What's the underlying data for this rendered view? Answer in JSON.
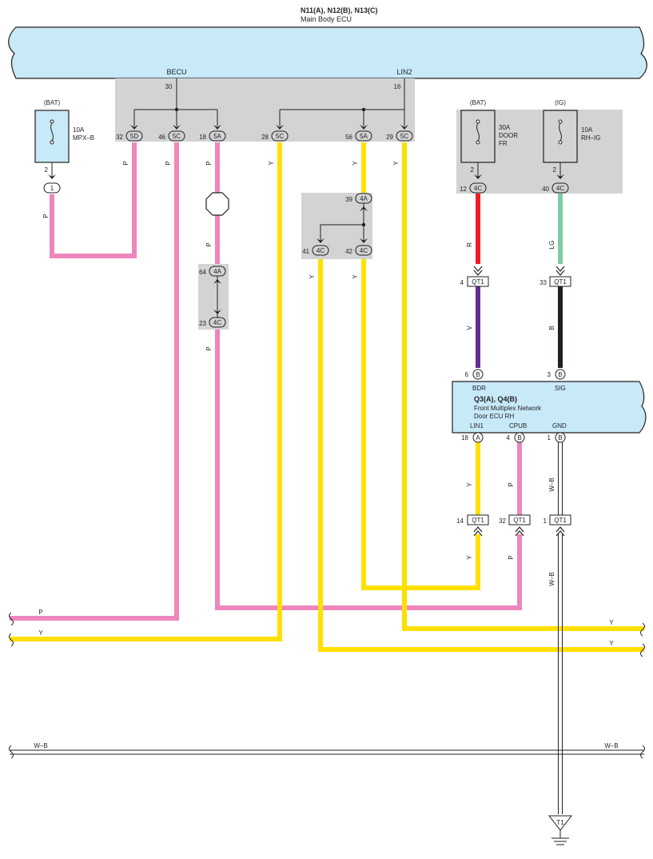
{
  "colors": {
    "P": "#ee86bd",
    "Y": "#ffe000",
    "R": "#ee1c25",
    "V": "#662d91",
    "B": "#231f20",
    "LG": "#7fcba4",
    "W-B": "#231f20",
    "ecu_fill": "#c7e9f8",
    "connector_shade": "#d1d3d4"
  },
  "icons": {
    "fuse": "fuse-icon",
    "ground": "ground-icon",
    "splice": "splice-point-icon",
    "junction": "junction-octagon-icon"
  },
  "main_ecu": {
    "id": "N11(A), N12(B), N13(C)",
    "name": "Main Body ECU",
    "becu": "BECU",
    "lin2": "LIN2",
    "pin_becu": "30",
    "pin_lin2": "16"
  },
  "fuse_mpx": {
    "source": "(BAT)",
    "rating": "10A",
    "name": "MPX–B",
    "pin": "2",
    "conn": "1"
  },
  "fuse_door": {
    "source": "(BAT)",
    "rating": "30A",
    "name1": "DOOR",
    "name2": "FR",
    "pin": "2",
    "conn_pin": "12",
    "conn": "4C"
  },
  "fuse_rhig": {
    "source": "(IG)",
    "rating": "10A",
    "name": "RH–IG",
    "pin": "2",
    "conn_pin": "40",
    "conn": "4C"
  },
  "ecu_pins": [
    {
      "pin": "32",
      "conn": "5D"
    },
    {
      "pin": "46",
      "conn": "5C"
    },
    {
      "pin": "18",
      "conn": "5A"
    },
    {
      "pin": "28",
      "conn": "5C"
    },
    {
      "pin": "56",
      "conn": "5A"
    },
    {
      "pin": "29",
      "conn": "5C"
    }
  ],
  "jct_4a_64": {
    "pin": "64",
    "conn": "4A"
  },
  "jct_4c_23": {
    "pin": "23",
    "conn": "4C"
  },
  "jct_4a_39": {
    "pin": "39",
    "conn": "4A"
  },
  "jct_4c_41": {
    "pin": "41",
    "conn": "4C"
  },
  "jct_4c_42": {
    "pin": "42",
    "conn": "4C"
  },
  "qt1_upper": [
    {
      "pin": "4",
      "conn": "QT1"
    },
    {
      "pin": "33",
      "conn": "QT1"
    }
  ],
  "door_ecu": {
    "id": "Q3(A), Q4(B)",
    "line1": "Front Multiplex Network",
    "line2": "Door ECU RH",
    "top_pins": [
      {
        "pin": "6",
        "conn": "B",
        "label": "BDR"
      },
      {
        "pin": "3",
        "conn": "B",
        "label": "SIG"
      }
    ],
    "bottom_pins": [
      {
        "pin": "18",
        "conn": "A",
        "label": "LIN1"
      },
      {
        "pin": "4",
        "conn": "B",
        "label": "CPUB"
      },
      {
        "pin": "1",
        "conn": "B",
        "label": "GND"
      }
    ]
  },
  "qt1_lower": [
    {
      "pin": "14",
      "conn": "QT1"
    },
    {
      "pin": "32",
      "conn": "QT1"
    },
    {
      "pin": "1",
      "conn": "QT1"
    }
  ],
  "ground": {
    "id": "T1"
  },
  "wire_labels": {
    "p": "P",
    "y": "Y",
    "r": "R",
    "v": "V",
    "b": "B",
    "lg": "LG",
    "wb": "W–B"
  }
}
